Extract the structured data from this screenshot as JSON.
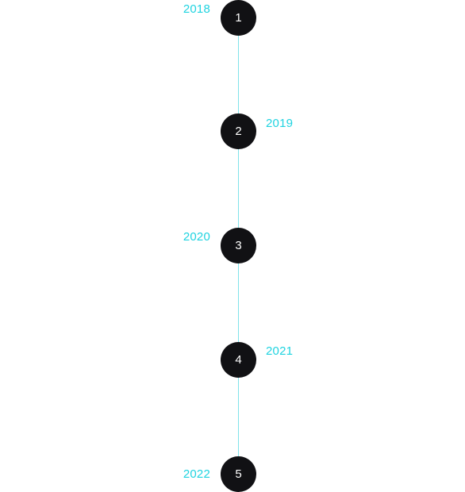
{
  "colors": {
    "accent": "#1fd3e0",
    "line": "#7fe3ea",
    "circle": "#111114",
    "circle_text": "#ffffff",
    "background": "#ffffff"
  },
  "timeline": {
    "steps": [
      {
        "number": "1",
        "year": "2018",
        "year_side": "left"
      },
      {
        "number": "2",
        "year": "2019",
        "year_side": "right"
      },
      {
        "number": "3",
        "year": "2020",
        "year_side": "left"
      },
      {
        "number": "4",
        "year": "2021",
        "year_side": "right"
      },
      {
        "number": "5",
        "year": "2022",
        "year_side": "left"
      }
    ]
  }
}
